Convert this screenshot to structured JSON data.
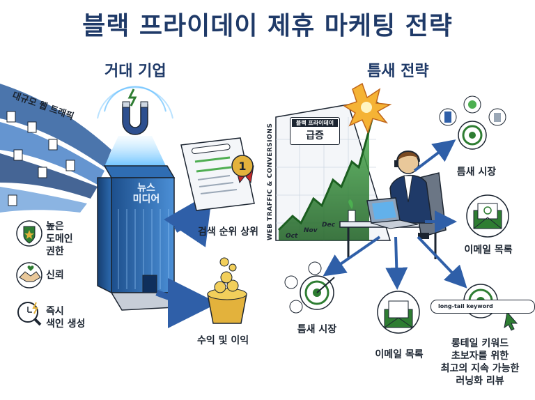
{
  "title": "블랙 프라이데이 제휴 마케팅 전략",
  "left": {
    "heading": "거대 기업",
    "traffic_label": "대규모 웹 트래픽",
    "tower_label": "뉴스\n미디어",
    "features": [
      {
        "label": "높은\n도메인\n권한",
        "icon": "shield-star-icon"
      },
      {
        "label": "신뢰",
        "icon": "handshake-icon"
      },
      {
        "label": "즉시\n색인 생성",
        "icon": "magnifier-clock-icon"
      }
    ],
    "outcomes": {
      "search_rank": "검색 순위 상위",
      "rank_badge": "1",
      "revenue": "수익 및 이익"
    }
  },
  "right": {
    "heading": "틈새 전략",
    "chart": {
      "ylabel": "WEB TRAFFIC & CONVERSIONS",
      "months": [
        "Oct",
        "Nov",
        "Dec"
      ],
      "callout_small": "블랙 프라이데이",
      "callout_big": "급증"
    },
    "nodes": {
      "niche_market_top": "틈새 시장",
      "email_list_right": "이메일 목록",
      "niche_market_bottom": "틈새 시장",
      "email_list_bottom": "이메일 목록",
      "search_placeholder": "long-tail keyword",
      "longtail_text": "롱테일 키워드\n초보자를 위한\n최고의 지속 가능한\n러닝화 리뷰"
    }
  },
  "colors": {
    "navy": "#1f3a68",
    "arrow_blue": "#2f5fa8",
    "green": "#2e7d32",
    "gold": "#e3b23c",
    "light_blue": "#4fb6ff"
  }
}
